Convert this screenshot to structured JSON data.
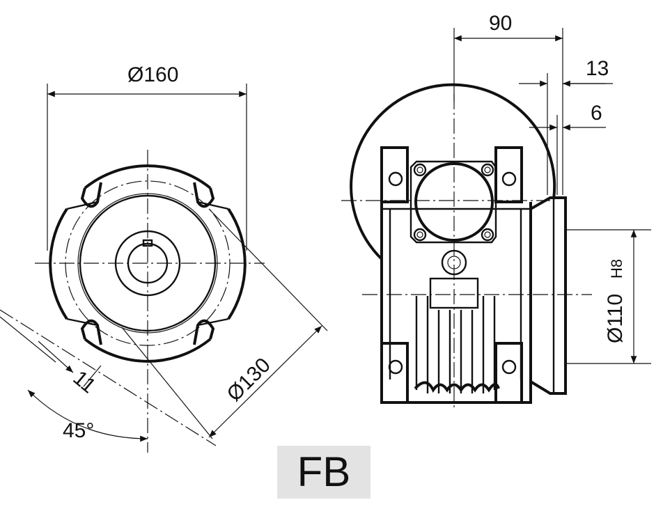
{
  "left_view": {
    "dim_flange_diameter": "Ø160",
    "dim_bolt_circle": "Ø130",
    "dim_slot_width": "11",
    "dim_angle": "45°"
  },
  "right_view": {
    "dim_length": "90",
    "dim_flange_offset": "13",
    "dim_spigot_depth": "6",
    "dim_spigot_diameter": "Ø110",
    "dim_spigot_tolerance": "H8"
  },
  "label": "FB"
}
